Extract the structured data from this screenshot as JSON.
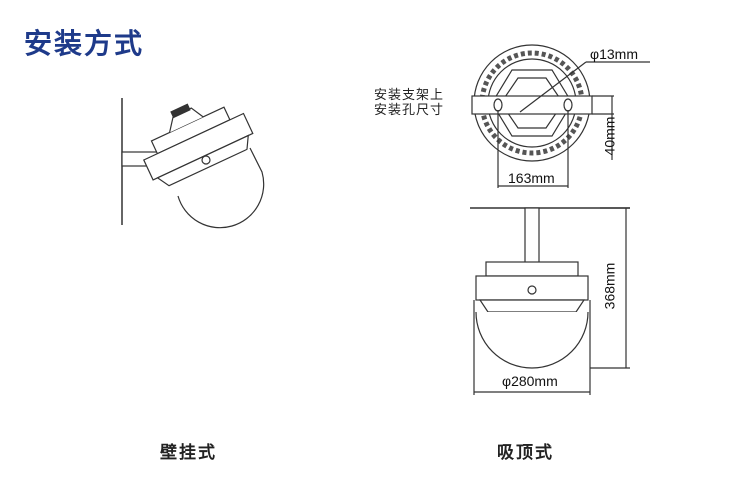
{
  "title": "安装方式",
  "wall_mount": {
    "caption": "壁挂式"
  },
  "ceiling_mount": {
    "caption": "吸顶式"
  },
  "dimensions": {
    "hole_diameter": "φ13mm",
    "bracket_note_line1": "安装支架上",
    "bracket_note_line2": "安装孔尺寸",
    "hole_spacing": "163mm",
    "bracket_height": "40mm",
    "height": "368mm",
    "diameter": "φ280mm"
  }
}
